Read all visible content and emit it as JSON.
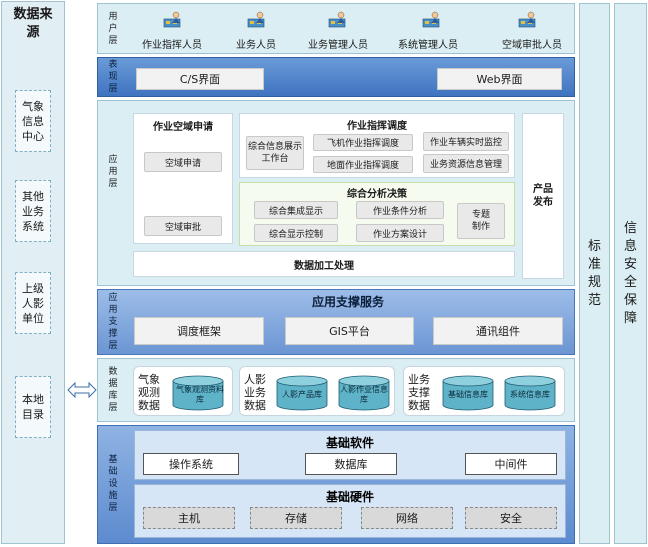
{
  "data_source": {
    "title": "数据来源",
    "items": [
      "气象信息中心",
      "其他业务系统",
      "上级人影单位",
      "本地目录"
    ]
  },
  "user_layer": {
    "label": "用户层",
    "users": [
      "作业指挥人员",
      "业务人员",
      "业务管理人员",
      "系统管理人员",
      "空域审批人员"
    ]
  },
  "presentation_layer": {
    "label": "表现层",
    "cs": "C/S界面",
    "web": "Web界面"
  },
  "application_layer": {
    "label": "应用层",
    "airspace": {
      "title": "作业空域申请",
      "apply": "空域申请",
      "approve": "空域审批"
    },
    "dispatch": {
      "title": "作业指挥调度",
      "workbench": "综合信息展示工作台",
      "aircraft": "飞机作业指挥调度",
      "ground": "地面作业指挥调度",
      "vehicle": "作业车辆实时监控",
      "resource": "业务资源信息管理"
    },
    "analysis": {
      "title": "综合分析决策",
      "integrated_display": "综合集成显示",
      "condition": "作业条件分析",
      "topic": "专题制作",
      "display_control": "综合显示控制",
      "plan": "作业方案设计"
    },
    "publish": "产品发布",
    "processing": "数据加工处理"
  },
  "support_layer": {
    "label": "应用支撑层",
    "title": "应用支撑服务",
    "items": [
      "调度框架",
      "GIS平台",
      "通讯组件"
    ]
  },
  "database_layer": {
    "label": "数据库层",
    "groups": [
      {
        "label": "气象观测数据",
        "dbs": [
          "气象观测资料库"
        ]
      },
      {
        "label": "人影业务数据",
        "dbs": [
          "人影产品库",
          "人影作业信息库"
        ]
      },
      {
        "label": "业务支撑数据",
        "dbs": [
          "基础信息库",
          "系统信息库"
        ]
      }
    ]
  },
  "base_layer": {
    "label": "基础设施层",
    "software_title": "基础软件",
    "software": [
      "操作系统",
      "数据库",
      "中间件"
    ],
    "hardware_title": "基础硬件",
    "hardware": [
      "主机",
      "存储",
      "网络",
      "安全"
    ]
  },
  "right": {
    "standard": "标准规范",
    "security": "信息安全保障"
  },
  "colors": {
    "layer_bg": "#dbeef3",
    "presentation_blue": "#3f73c0",
    "cylinder": "#5fb3c8"
  }
}
